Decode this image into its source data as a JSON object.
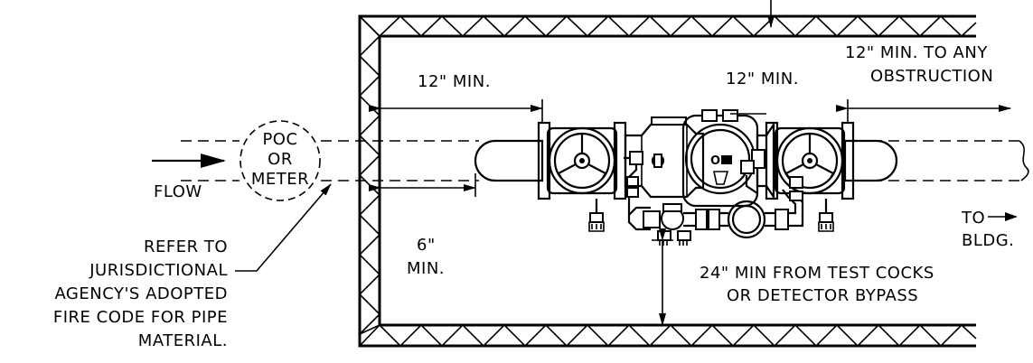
{
  "labels": {
    "twelve_min_left": "12\" MIN.",
    "twelve_min_center": "12\" MIN.",
    "obstruction_line1": "12\" MIN. TO ANY",
    "obstruction_line2": "OBSTRUCTION",
    "poc_line1": "POC",
    "poc_line2": "OR",
    "poc_line3": "METER",
    "flow": "FLOW",
    "six_line1": "6\"",
    "six_line2": "MIN.",
    "to_line1": "TO",
    "to_line2": "BLDG.",
    "test_cocks_line1": "24\" MIN FROM TEST COCKS",
    "test_cocks_line2": "OR DETECTOR BYPASS",
    "refer_line1": "REFER TO",
    "refer_line2": "JURISDICTIONAL",
    "refer_line3": "AGENCY'S ADOPTED",
    "refer_line4": "FIRE CODE FOR PIPE",
    "refer_line5": "MATERIAL.",
    "meter_plate": "O"
  }
}
